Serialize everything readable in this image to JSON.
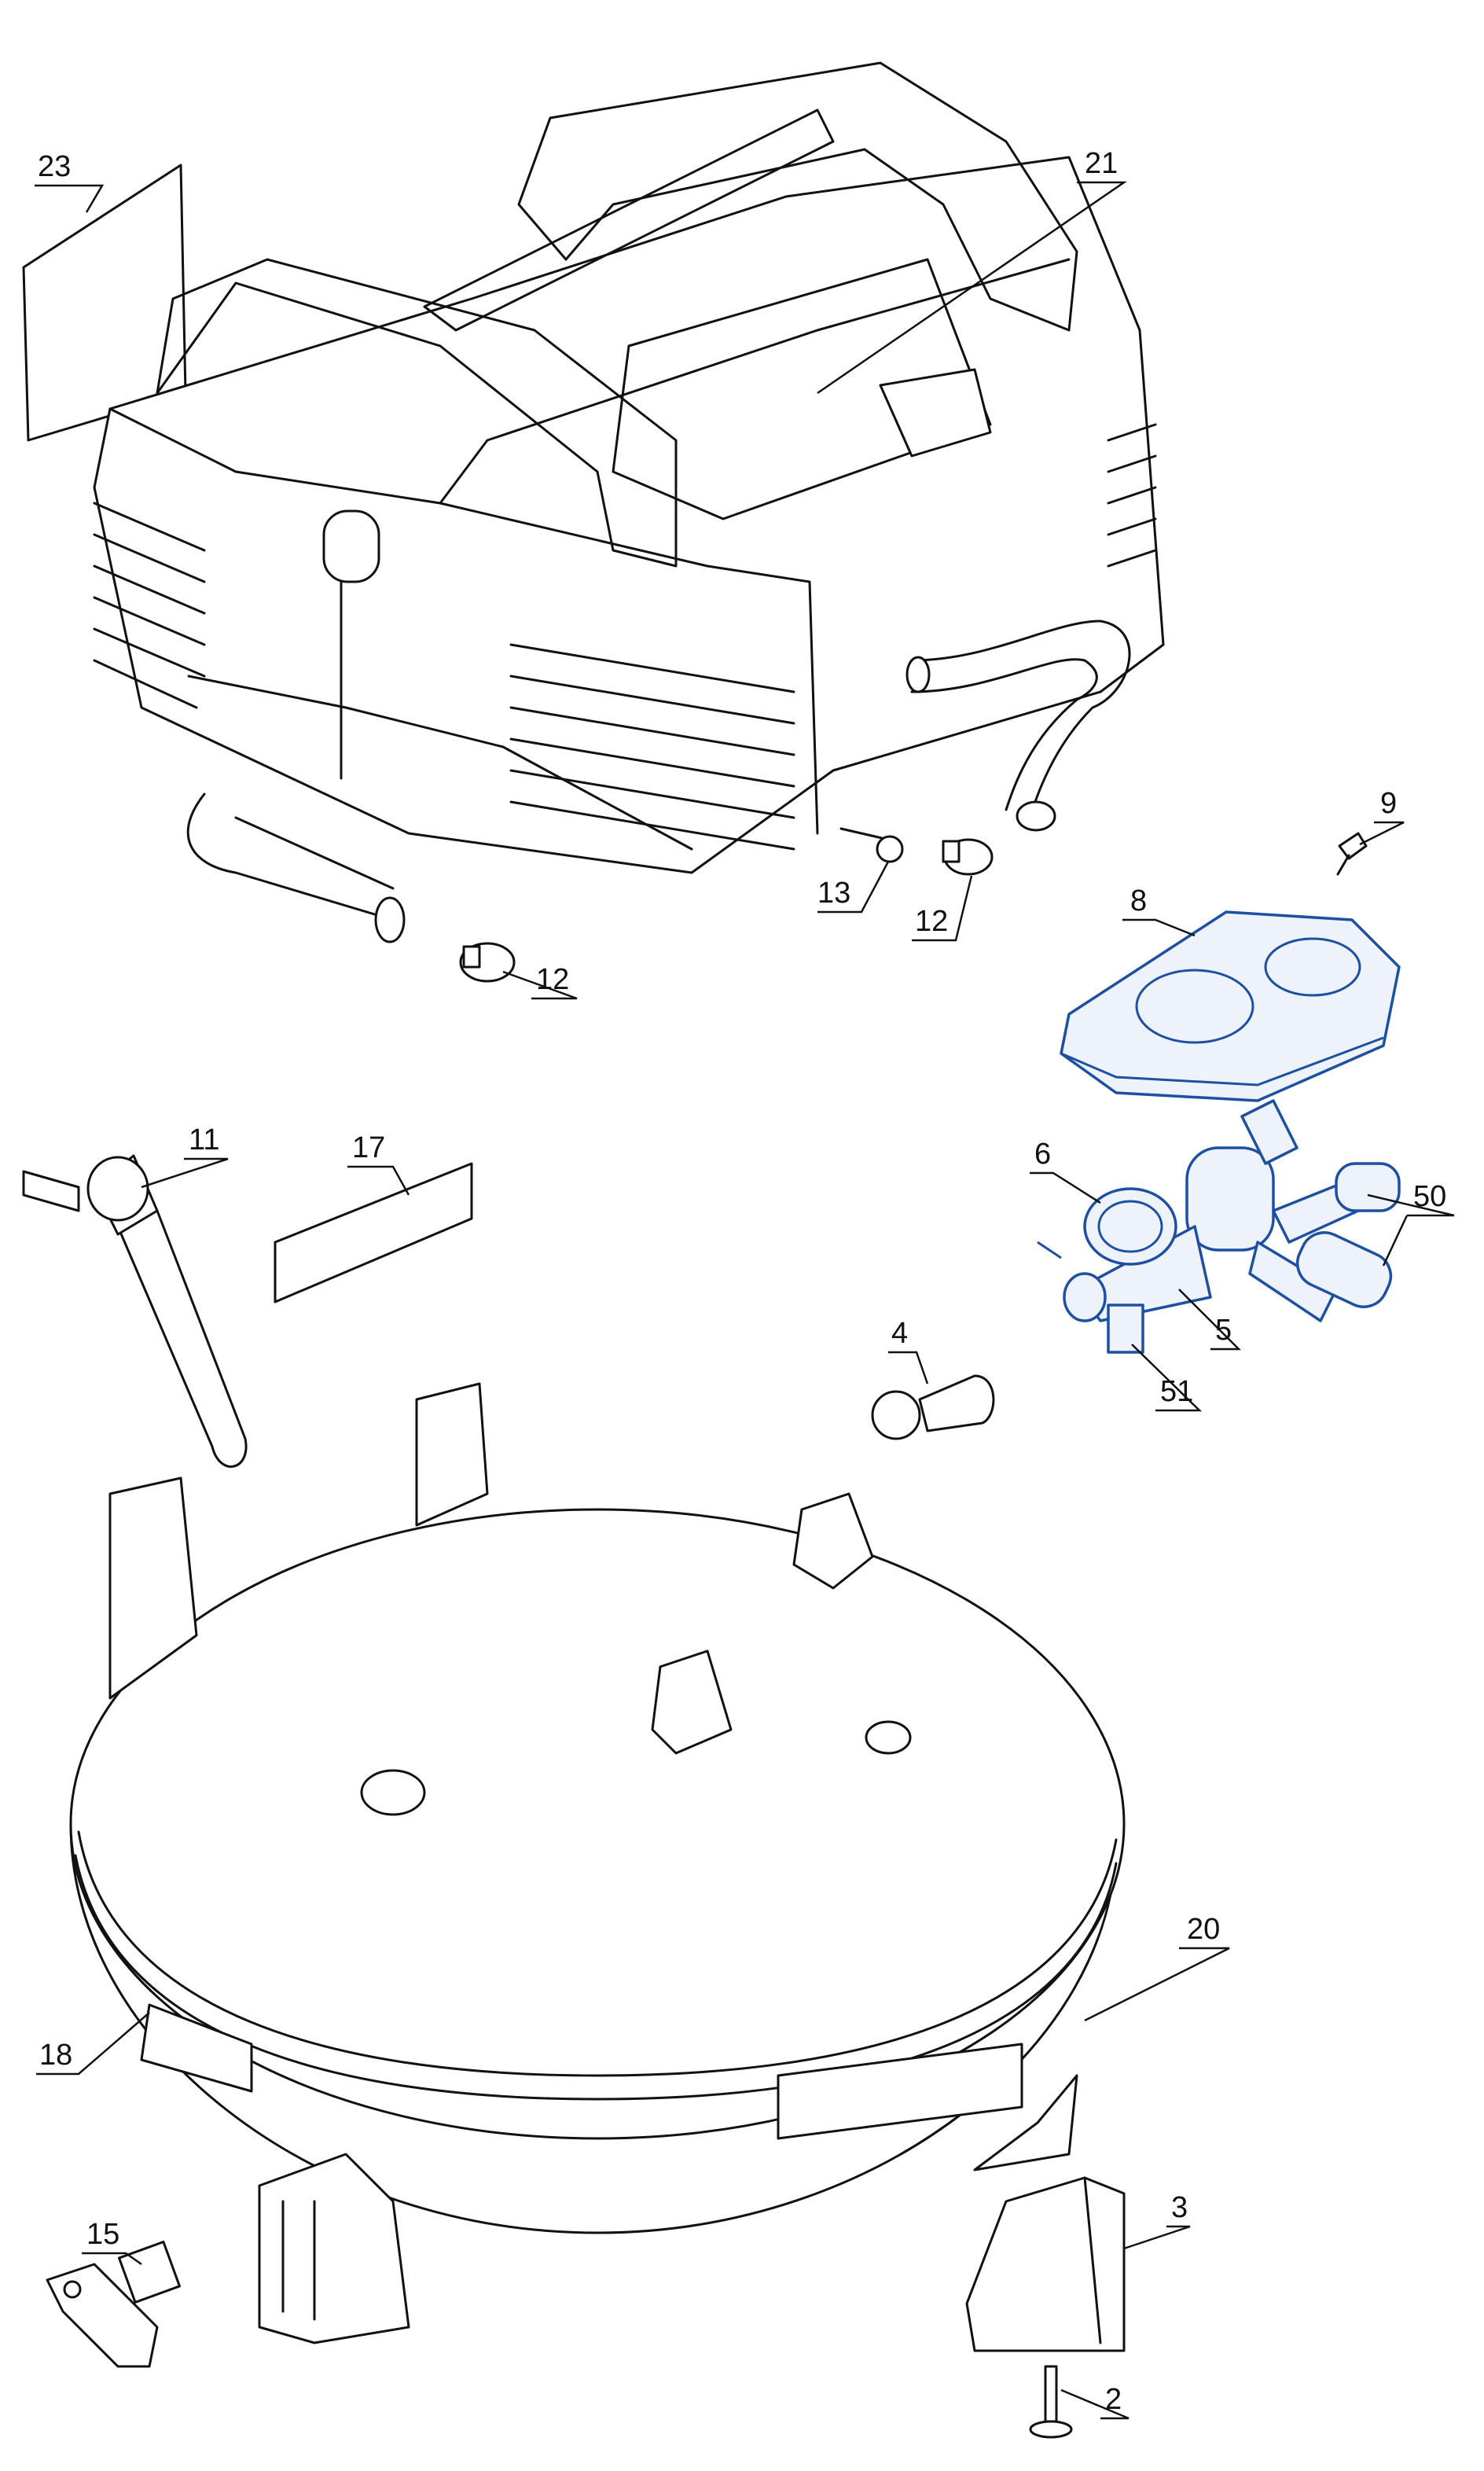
{
  "diagram": {
    "type": "exploded-parts-diagram",
    "accent_color": "#1d4fa3",
    "labels": {
      "p23": "23",
      "p21": "21",
      "p9": "9",
      "p8": "8",
      "p13": "13",
      "p12a": "12",
      "p12b": "12",
      "p11": "11",
      "p17": "17",
      "p6": "6",
      "p50": "50",
      "p5": "5",
      "p4": "4",
      "p51": "51",
      "p20": "20",
      "p18": "18",
      "p3": "3",
      "p15": "15",
      "p2": "2"
    }
  }
}
